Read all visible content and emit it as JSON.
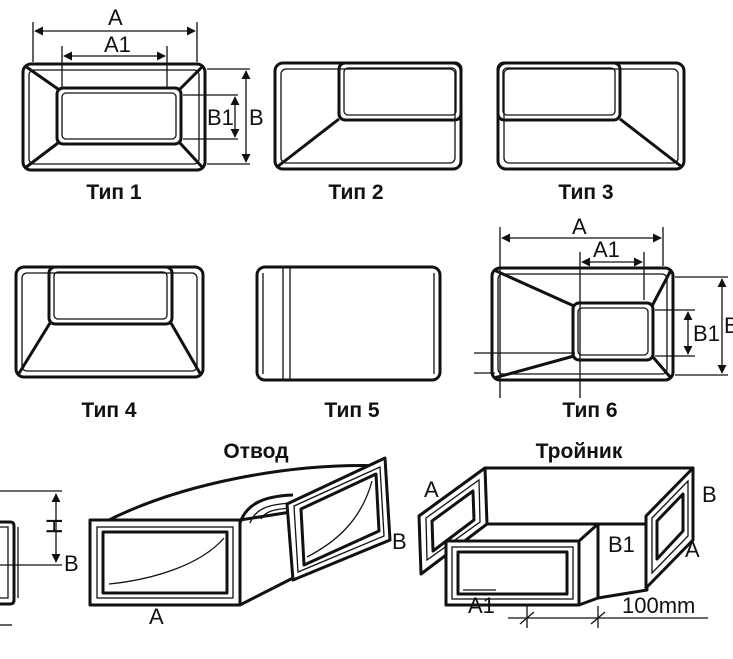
{
  "captions": {
    "type1": "Тип 1",
    "type2": "Тип 2",
    "type3": "Тип 3",
    "type4": "Тип 4",
    "type5": "Тип 5",
    "type6": "Тип 6",
    "elbow": "Отвод",
    "tee": "Тройник"
  },
  "labels": {
    "A": "A",
    "A1": "A1",
    "B": "B",
    "B1": "B1",
    "H": "H",
    "length": "100mm"
  }
}
